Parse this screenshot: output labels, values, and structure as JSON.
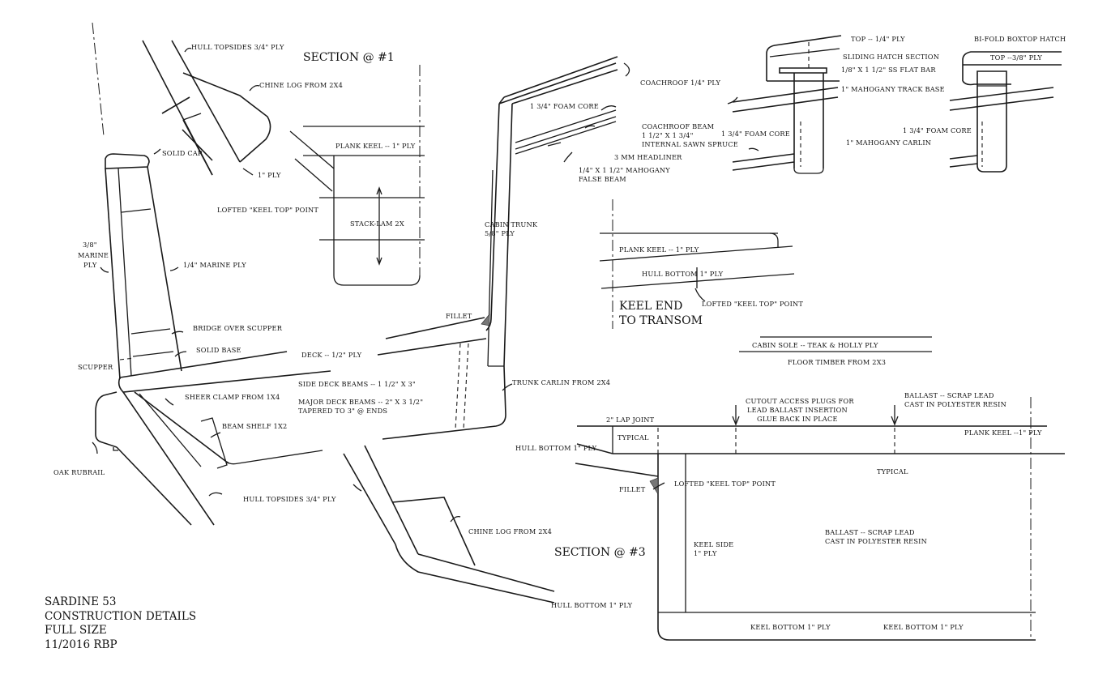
{
  "titles": {
    "section1": "SECTION @ #1",
    "section3": "SECTION @ #3",
    "keel_end_1": "KEEL END",
    "keel_end_2": "TO TRANSOM"
  },
  "title_block": {
    "line1": "SARDINE 53",
    "line2": "CONSTRUCTION DETAILS",
    "line3": "FULL SIZE",
    "line4": "11/2016 RBP"
  },
  "labels": {
    "hull_topsides_top": "HULL TOPSIDES 3/4\" PLY",
    "chine_log_top": "CHINE LOG FROM 2X4",
    "solid_cap": "SOLID CAP",
    "one_ply": "1\" PLY",
    "plank_keel_s1": "PLANK KEEL -- 1\" PLY",
    "lofted_s1": "LOFTED \"KEEL TOP\" POINT",
    "stack_lam": "STACK-LAM 2X",
    "marine_38_a": "3/8\"",
    "marine_38_b": "MARINE",
    "marine_38_c": "PLY",
    "marine_14": "1/4\" MARINE PLY",
    "bridge_scupper": "BRIDGE OVER SCUPPER",
    "solid_base": "SOLID BASE",
    "scupper": "SCUPPER",
    "deck": "DECK -- 1/2\" PLY",
    "sheer_clamp": "SHEER CLAMP FROM 1X4",
    "side_deck_beams": "SIDE DECK BEAMS -- 1 1/2\" X 3\"",
    "major_deck_beams_a": "MAJOR DECK BEAMS -- 2\" X 3 1/2\"",
    "major_deck_beams_b": "TAPERED TO 3\" @ ENDS",
    "beam_shelf": "BEAM SHELF 1X2",
    "oak_rubrail": "OAK RUBRAIL",
    "hull_topsides_bottom": "HULL TOPSIDES 3/4\" PLY",
    "chine_log_bottom": "CHINE LOG FROM 2X4",
    "hull_bottom_bottom": "HULL BOTTOM 1\" PLY",
    "fillet_trunk": "FILLET",
    "trunk_carlin": "TRUNK CARLIN FROM 2X4",
    "cabin_trunk_a": "CABIN TRUNK",
    "cabin_trunk_b": "5/8\" PLY",
    "foam_core_main": "1 3/4\" FOAM CORE",
    "coachroof_main": "COACHROOF 1/4\" PLY",
    "coachroof_beam_a": "COACHROOF BEAM",
    "coachroof_beam_b": "1 1/2\" X 1 3/4\"",
    "coachroof_beam_c": "INTERNAL SAWN SPRUCE",
    "headliner": "3 MM HEADLINER",
    "false_beam_a": "1/4\" X 1 1/2\" MAHOGANY",
    "false_beam_b": "FALSE BEAM",
    "top_14": "TOP -- 1/4\" PLY",
    "sliding_hatch": "SLIDING HATCH SECTION",
    "ss_flat_bar": "1/8\" X 1 1/2\" SS FLAT BAR",
    "track_base": "1\" MAHOGANY TRACK BASE",
    "foam_core_hatch": "1 3/4\" FOAM CORE",
    "mahogany_carlin": "1\" MAHOGANY CARLIN",
    "bifold": "BI-FOLD BOXTOP HATCH",
    "top_38": "TOP --3/8\" PLY",
    "foam_core_bifold": "1 3/4\" FOAM CORE",
    "plank_keel_ke": "PLANK KEEL -- 1\" PLY",
    "hull_bottom_ke": "HULL BOTTOM 1\" PLY",
    "lofted_ke": "LOFTED \"KEEL TOP\" POINT",
    "cabin_sole": "CABIN SOLE -- TEAK & HOLLY PLY",
    "floor_timber": "FLOOR TIMBER FROM 2X3",
    "cutout_a": "CUTOUT ACCESS PLUGS FOR",
    "cutout_b": "LEAD BALLAST INSERTION",
    "cutout_c": "GLUE BACK IN PLACE",
    "ballast_top_a": "BALLAST -- SCRAP LEAD",
    "ballast_top_b": "CAST IN POLYESTER RESIN",
    "lap_joint": "2\" LAP JOINT",
    "typical_left": "TYPICAL",
    "plank_keel_s3": "PLANK KEEL --1\" PLY",
    "hull_bottom_s3": "HULL BOTTOM 1\" PLY",
    "typical_right": "TYPICAL",
    "fillet_s3": "FILLET",
    "lofted_s3": "LOFTED \"KEEL TOP\" POINT",
    "keel_side_a": "KEEL SIDE",
    "keel_side_b": "1\" PLY",
    "ballast_mid_a": "BALLAST -- SCRAP LEAD",
    "ballast_mid_b": "CAST IN POLYESTER RESIN",
    "keel_bottom_a": "KEEL BOTTOM 1\" PLY",
    "keel_bottom_b": "KEEL BOTTOM 1\" PLY"
  }
}
